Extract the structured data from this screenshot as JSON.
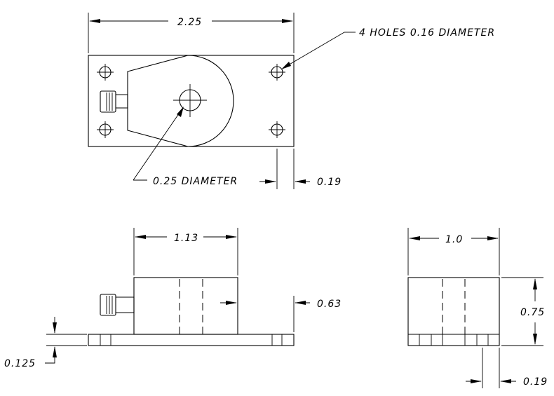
{
  "drawing": {
    "top_view": {
      "overall_width": "2.25",
      "holes_note": "4 HOLES 0.16 DIAMETER",
      "center_hole_note": "0.25 DIAMETER",
      "hole_edge_offset": "0.19"
    },
    "front_view": {
      "body_width": "1.13",
      "connector_height": "0.63",
      "base_thickness": "0.125"
    },
    "side_view": {
      "body_width": "1.0",
      "body_height": "0.75",
      "hole_edge_offset": "0.19"
    }
  }
}
